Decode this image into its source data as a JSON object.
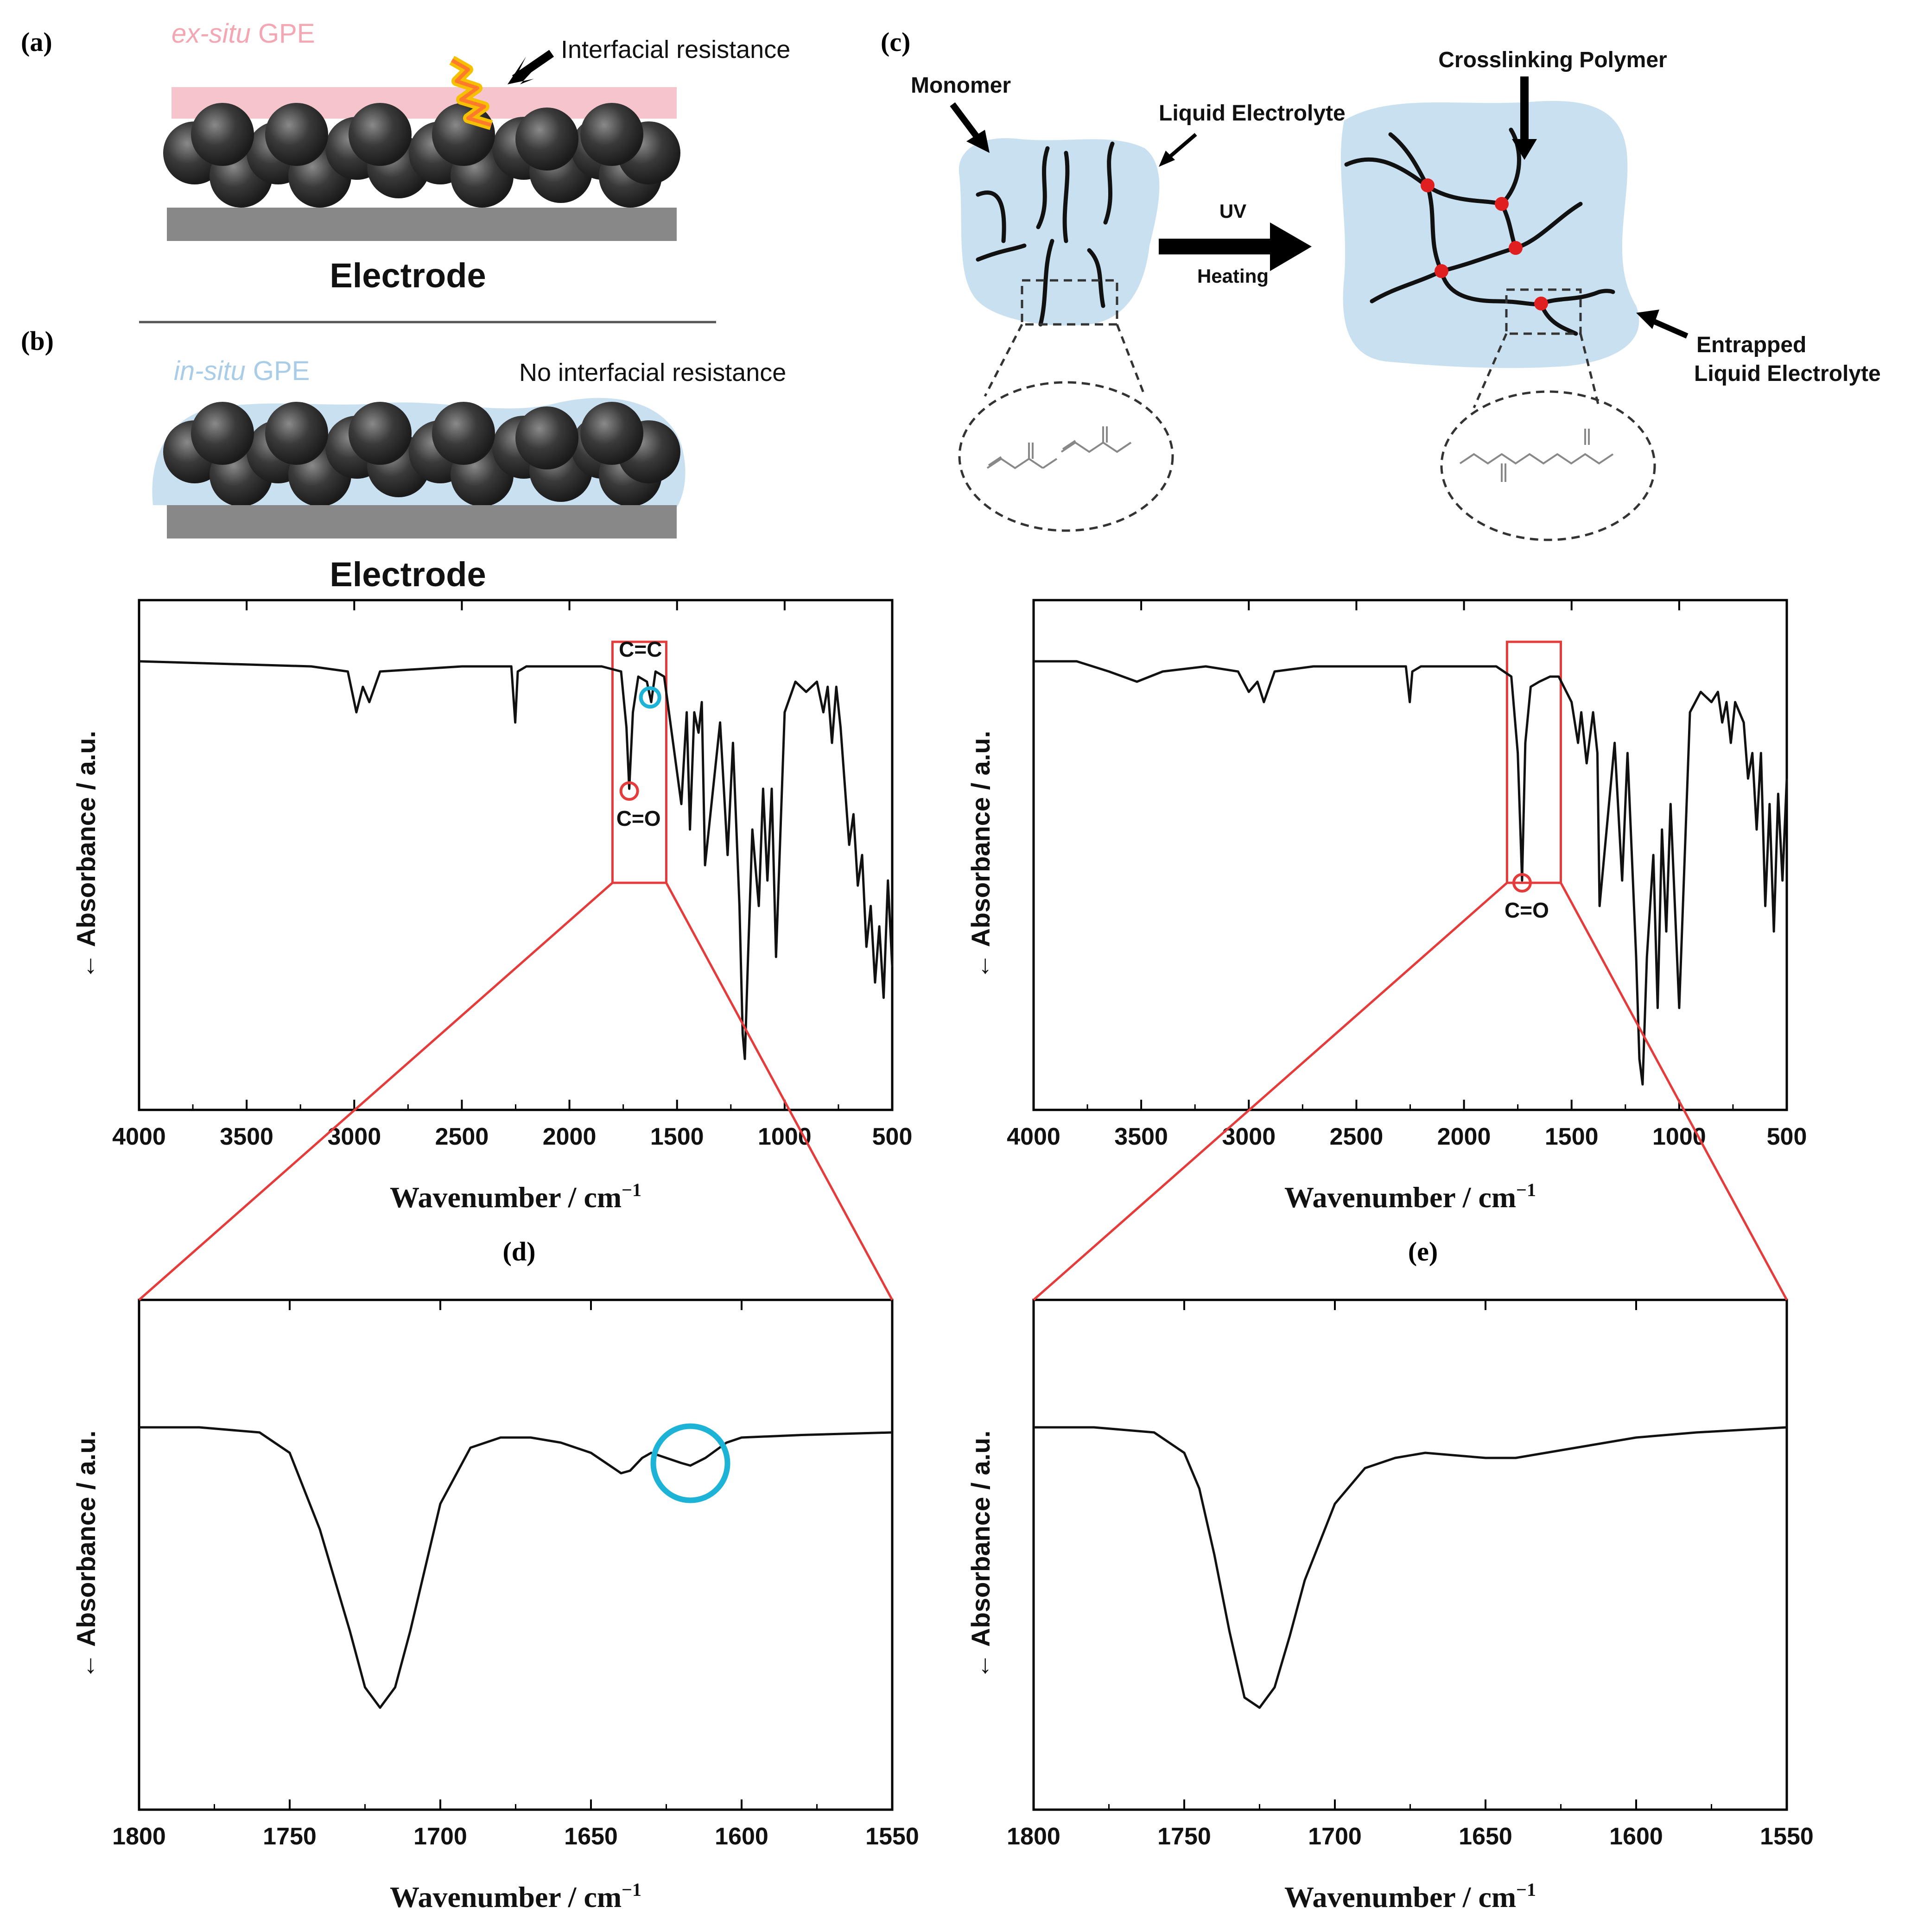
{
  "panels": {
    "a": {
      "label": "(a)",
      "gpe_italic": "ex-situ",
      "gpe_rest": " GPE",
      "arrow_text": "Interfacial resistance",
      "electrode": "Electrode"
    },
    "b": {
      "label": "(b)",
      "gpe_italic": "in-situ",
      "gpe_rest": " GPE",
      "note": "No interfacial resistance",
      "electrode": "Electrode"
    },
    "c": {
      "label": "(c)",
      "monomer": "Monomer",
      "liquid": "Liquid Electrolyte",
      "uv": "UV",
      "heating": "Heating",
      "crosslinking": "Crosslinking Polymer",
      "entrapped1": "Entrapped",
      "entrapped2": "Liquid Electrolyte"
    },
    "d": {
      "label": "(d)"
    },
    "e": {
      "label": "(e)"
    }
  },
  "axes": {
    "ylabel": "← Absorbance / a.u.",
    "xlabel_main": "Wavenumber / cm",
    "xlabel_sup": "−1"
  },
  "annotations": {
    "cc": "C=C",
    "co": "C=O"
  },
  "colors": {
    "red": "#e63b3b",
    "cyan": "#1db3d6",
    "gel": "#c9e0f0",
    "exsitu": "#f6c4cc",
    "particle": "#303030",
    "substrate": "#888888"
  },
  "chart_data": [
    {
      "panel": "d-top",
      "type": "line",
      "xlabel": "Wavenumber / cm−1",
      "ylabel": "← Absorbance / a.u.",
      "xlim": [
        4000,
        500
      ],
      "x_reversed": true,
      "xticks": [
        4000,
        3500,
        3000,
        2500,
        2000,
        1500,
        1000,
        500
      ],
      "highlight_range": [
        1800,
        1550
      ],
      "series": [
        {
          "x": [
            4000,
            3200,
            3030,
            2990,
            2960,
            2930,
            2880,
            2500,
            2270,
            2252,
            2240,
            2200,
            1850,
            1760,
            1735,
            1722,
            1705,
            1680,
            1640,
            1620,
            1600,
            1560,
            1480,
            1455,
            1440,
            1420,
            1400,
            1385,
            1370,
            1300,
            1265,
            1240,
            1210,
            1195,
            1185,
            1170,
            1150,
            1120,
            1100,
            1080,
            1060,
            1040,
            1000,
            950,
            900,
            850,
            820,
            800,
            780,
            760,
            740,
            700,
            680,
            660,
            640,
            620,
            600,
            580,
            560,
            540,
            520,
            500
          ],
          "y": [
            0.88,
            0.87,
            0.86,
            0.78,
            0.83,
            0.8,
            0.86,
            0.87,
            0.87,
            0.76,
            0.86,
            0.87,
            0.87,
            0.86,
            0.75,
            0.63,
            0.78,
            0.85,
            0.84,
            0.8,
            0.86,
            0.85,
            0.6,
            0.78,
            0.55,
            0.78,
            0.74,
            0.8,
            0.48,
            0.76,
            0.5,
            0.72,
            0.4,
            0.15,
            0.1,
            0.3,
            0.55,
            0.4,
            0.63,
            0.45,
            0.63,
            0.3,
            0.78,
            0.84,
            0.82,
            0.84,
            0.78,
            0.83,
            0.72,
            0.83,
            0.75,
            0.52,
            0.58,
            0.44,
            0.5,
            0.32,
            0.4,
            0.25,
            0.36,
            0.22,
            0.45,
            0.28
          ]
        }
      ]
    },
    {
      "panel": "e-top",
      "type": "line",
      "xlabel": "Wavenumber / cm−1",
      "ylabel": "← Absorbance / a.u.",
      "xlim": [
        4000,
        500
      ],
      "x_reversed": true,
      "xticks": [
        4000,
        3500,
        3000,
        2500,
        2000,
        1500,
        1000,
        500
      ],
      "highlight_range": [
        1800,
        1550
      ],
      "series": [
        {
          "x": [
            4000,
            3800,
            3650,
            3520,
            3400,
            3200,
            3050,
            3000,
            2960,
            2930,
            2880,
            2700,
            2500,
            2270,
            2252,
            2240,
            2200,
            1850,
            1780,
            1750,
            1730,
            1715,
            1690,
            1650,
            1600,
            1560,
            1500,
            1470,
            1455,
            1430,
            1400,
            1380,
            1370,
            1300,
            1265,
            1240,
            1200,
            1185,
            1170,
            1150,
            1120,
            1100,
            1080,
            1060,
            1040,
            1000,
            950,
            900,
            850,
            820,
            800,
            780,
            760,
            740,
            700,
            680,
            660,
            640,
            620,
            600,
            580,
            560,
            540,
            520,
            500
          ],
          "y": [
            0.88,
            0.88,
            0.86,
            0.84,
            0.86,
            0.87,
            0.86,
            0.82,
            0.84,
            0.8,
            0.86,
            0.87,
            0.87,
            0.87,
            0.8,
            0.86,
            0.87,
            0.87,
            0.85,
            0.7,
            0.45,
            0.72,
            0.83,
            0.84,
            0.85,
            0.85,
            0.8,
            0.72,
            0.78,
            0.68,
            0.78,
            0.7,
            0.4,
            0.72,
            0.45,
            0.7,
            0.3,
            0.1,
            0.05,
            0.3,
            0.5,
            0.2,
            0.55,
            0.35,
            0.6,
            0.2,
            0.78,
            0.82,
            0.8,
            0.82,
            0.76,
            0.8,
            0.72,
            0.8,
            0.76,
            0.65,
            0.7,
            0.55,
            0.7,
            0.4,
            0.6,
            0.35,
            0.62,
            0.45,
            0.65
          ]
        }
      ]
    },
    {
      "panel": "d-zoom",
      "type": "line",
      "xlabel": "Wavenumber / cm−1",
      "ylabel": "← Absorbance / a.u.",
      "xlim": [
        1800,
        1550
      ],
      "x_reversed": true,
      "xticks": [
        1800,
        1750,
        1700,
        1650,
        1600,
        1550
      ],
      "series": [
        {
          "x": [
            1800,
            1780,
            1760,
            1750,
            1740,
            1730,
            1725,
            1720,
            1715,
            1710,
            1700,
            1690,
            1680,
            1670,
            1660,
            1650,
            1645,
            1640,
            1637,
            1633,
            1630,
            1625,
            1620,
            1617,
            1612,
            1605,
            1600,
            1580,
            1550
          ],
          "y": [
            0.75,
            0.75,
            0.74,
            0.7,
            0.55,
            0.35,
            0.24,
            0.2,
            0.24,
            0.35,
            0.6,
            0.71,
            0.73,
            0.73,
            0.72,
            0.7,
            0.68,
            0.66,
            0.665,
            0.69,
            0.7,
            0.69,
            0.68,
            0.675,
            0.69,
            0.72,
            0.73,
            0.735,
            0.74
          ]
        }
      ]
    },
    {
      "panel": "e-zoom",
      "type": "line",
      "xlabel": "Wavenumber / cm−1",
      "ylabel": "← Absorbance / a.u.",
      "xlim": [
        1800,
        1550
      ],
      "x_reversed": true,
      "xticks": [
        1800,
        1750,
        1700,
        1650,
        1600,
        1550
      ],
      "series": [
        {
          "x": [
            1800,
            1780,
            1760,
            1750,
            1745,
            1740,
            1735,
            1730,
            1725,
            1720,
            1715,
            1710,
            1700,
            1690,
            1680,
            1670,
            1660,
            1650,
            1640,
            1630,
            1620,
            1600,
            1580,
            1550
          ],
          "y": [
            0.75,
            0.75,
            0.74,
            0.7,
            0.63,
            0.5,
            0.35,
            0.22,
            0.2,
            0.24,
            0.34,
            0.45,
            0.6,
            0.67,
            0.69,
            0.7,
            0.695,
            0.69,
            0.69,
            0.7,
            0.71,
            0.73,
            0.74,
            0.75
          ]
        }
      ]
    }
  ]
}
